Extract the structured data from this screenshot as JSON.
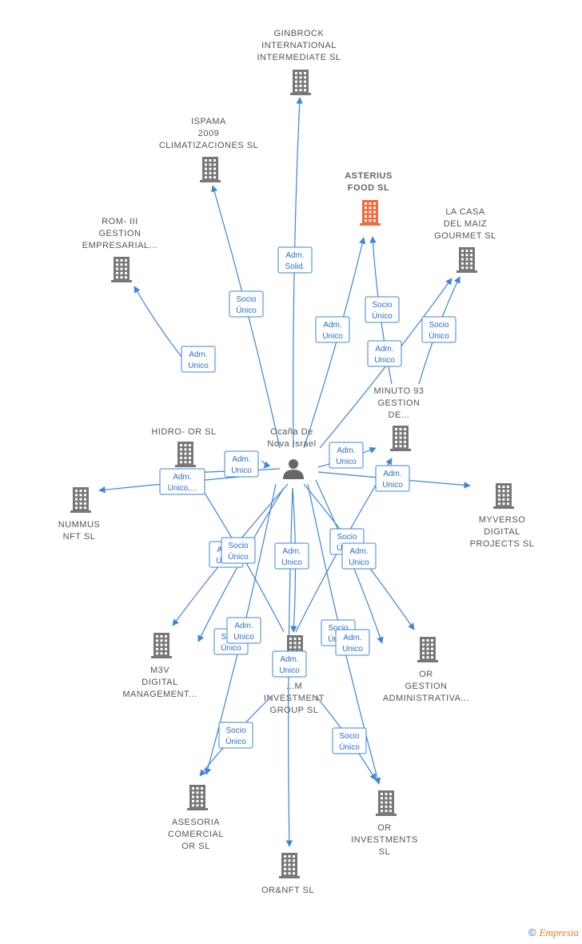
{
  "colors": {
    "building": "#777777",
    "highlight": "#f26a3d",
    "edge": "#3f84d7",
    "person": "#666666"
  },
  "center": {
    "label": [
      "Ocaña De",
      "Nova Israel"
    ],
    "icon": "person-icon"
  },
  "nodes": [
    {
      "id": "ginbrock",
      "label": [
        "GINBROCK",
        "INTERNATIONAL",
        "INTERMEDIATE SL"
      ]
    },
    {
      "id": "ispama",
      "label": [
        "ISPAMA",
        "2009",
        "CLIMATIZACIONES SL"
      ]
    },
    {
      "id": "asterius",
      "label": [
        "ASTERIUS",
        "FOOD  SL"
      ],
      "highlight": true
    },
    {
      "id": "lacasa",
      "label": [
        "LA CASA",
        "DEL MAIZ",
        "GOURMET  SL"
      ]
    },
    {
      "id": "rom",
      "label": [
        "ROM- III",
        "GESTION",
        "EMPRESARIAL..."
      ]
    },
    {
      "id": "minuto",
      "label": [
        "MINUTO 93",
        "GESTION",
        "DE..."
      ]
    },
    {
      "id": "hidro",
      "label": [
        "HIDRO- OR  SL"
      ]
    },
    {
      "id": "nummus",
      "label": [
        "NUMMUS",
        "NFT  SL"
      ]
    },
    {
      "id": "myverso",
      "label": [
        "MYVERSO",
        "DIGITAL",
        "PROJECTS  SL"
      ]
    },
    {
      "id": "m3v",
      "label": [
        "M3V",
        "DIGITAL",
        "MANAGEMENT..."
      ]
    },
    {
      "id": "investment",
      "label": [
        "...M",
        "INVESTMENT",
        "GROUP  SL"
      ]
    },
    {
      "id": "orgestion",
      "label": [
        "OR",
        "GESTION",
        "ADMINISTRATIVA..."
      ]
    },
    {
      "id": "asesoria",
      "label": [
        "ASESORIA",
        "COMERCIAL",
        "OR  SL"
      ]
    },
    {
      "id": "orinvestments",
      "label": [
        "OR",
        "INVESTMENTS",
        "SL"
      ]
    },
    {
      "id": "ornft",
      "label": [
        "OR&NFT  SL"
      ]
    }
  ],
  "edge_labels": [
    [
      "Adm.",
      "Solid."
    ],
    [
      "Socio",
      "Único"
    ],
    [
      "Adm.",
      "Unico"
    ],
    [
      "Adm.",
      "Unico"
    ],
    [
      "Socio",
      "Único"
    ],
    [
      "Adm.",
      "Unico"
    ],
    [
      "Socio",
      "Único"
    ],
    [
      "Adm.",
      "Unico"
    ],
    [
      "Adm.",
      "Unico,..."
    ],
    [
      "Adm.",
      "Unico"
    ],
    [
      "Adm.",
      "Unico"
    ],
    [
      "Adm.",
      "Unico"
    ],
    [
      "Socio",
      "Único"
    ],
    [
      "Adm.",
      "Unico"
    ],
    [
      "Socio",
      "Único"
    ],
    [
      "Adm.",
      "Unico"
    ],
    [
      "Socio",
      "Único"
    ],
    [
      "Adm.",
      "Unico"
    ],
    [
      "Adm.",
      "Unico"
    ],
    [
      "Socio",
      "Único"
    ],
    [
      "Adm.",
      "Unico"
    ],
    [
      "Socio",
      "Único"
    ],
    [
      "Socio",
      "Único"
    ]
  ],
  "footer": {
    "copyright": "©",
    "brand": "Empresia"
  }
}
